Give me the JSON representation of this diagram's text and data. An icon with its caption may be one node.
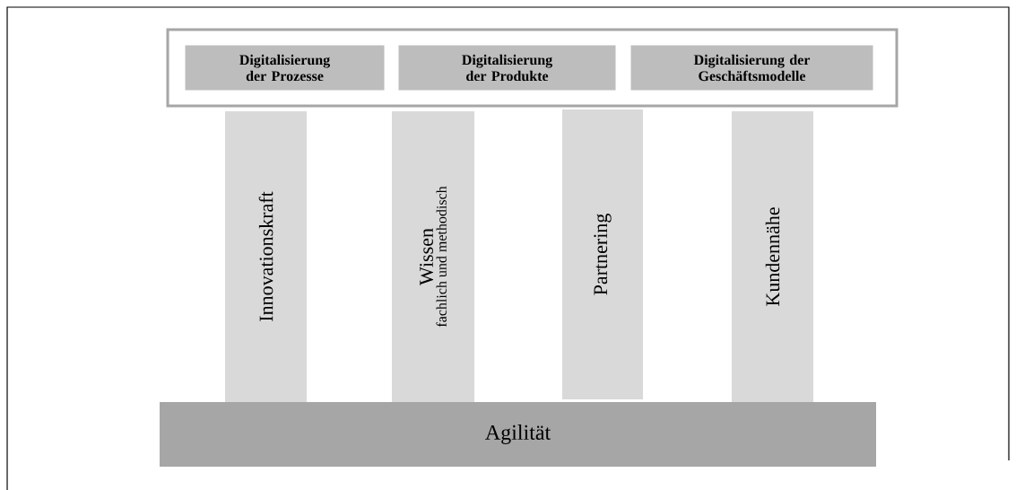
{
  "diagram": {
    "nodes": [
      {
        "text": [],
        "shape": "box"
      },
      {
        "text": [
          "Digitalisierung der Prozesse"
        ],
        "in": 0
      },
      {
        "text": [
          "Digitalisierung der Produkte"
        ],
        "in": 0
      },
      {
        "text": [
          "Digitalisierung der Geschäftsmodelle"
        ],
        "in": 0
      },
      {
        "text": [
          "Innovationskraft"
        ]
      },
      {
        "text": [
          "Wissen",
          "fachlich und methodisch"
        ]
      },
      {
        "text": [
          "Partnering"
        ]
      },
      {
        "text": [
          "Kundennähe"
        ]
      },
      {
        "text": [
          "Agilität"
        ]
      }
    ]
  }
}
